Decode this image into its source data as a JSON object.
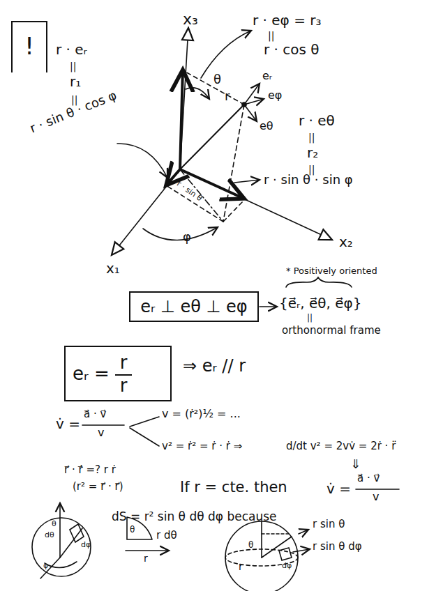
{
  "diagram": {
    "nodes": [
      {
        "text": [
          "!"
        ]
      },
      {
        "text": [
          "eᵣ ⊥ eθ ⊥ eφ"
        ]
      },
      {
        "text": [
          "eᵣ =",
          "r",
          "r"
        ]
      }
    ],
    "labels": [
      "x₃",
      "r · eφ = r₃",
      "||",
      "r · cos θ",
      "r · eᵣ",
      "||",
      "r₁",
      "||",
      "r · sin θ · cos φ",
      "θ",
      "r",
      "eᵣ",
      "eφ",
      "eθ",
      "r · eθ",
      "||",
      "r₂",
      "||",
      "r · sin θ · sin φ",
      "r · sin θ",
      "φ",
      "x₂",
      "x₁",
      "* Positively oriented",
      "{e⃗ᵣ, e⃗θ, e⃗φ}",
      "||",
      "orthonormal frame",
      "⇒ eᵣ // r",
      "v̇ =",
      "a⃗ · v⃗",
      "v",
      "v = (ṙ²)½ = ...",
      "v² = ṙ² = ṙ · ṙ ⇒",
      "d/dt v² = 2vv̇ = 2ṙ · r̈",
      "⇓",
      "v̇ =",
      "a⃗ · v⃗",
      "v",
      "r⃗ · ṙ⃗ =? r ṙ",
      "(r² = r⃗ · r⃗)",
      "If r = cte. then",
      "dS = r² sin θ dθ dφ because",
      "θ",
      "dθ",
      "dφ",
      "φ",
      "θ",
      "r dθ",
      "r",
      "r sin θ",
      "r sin θ dφ",
      "θ",
      "r",
      "dφ"
    ]
  }
}
